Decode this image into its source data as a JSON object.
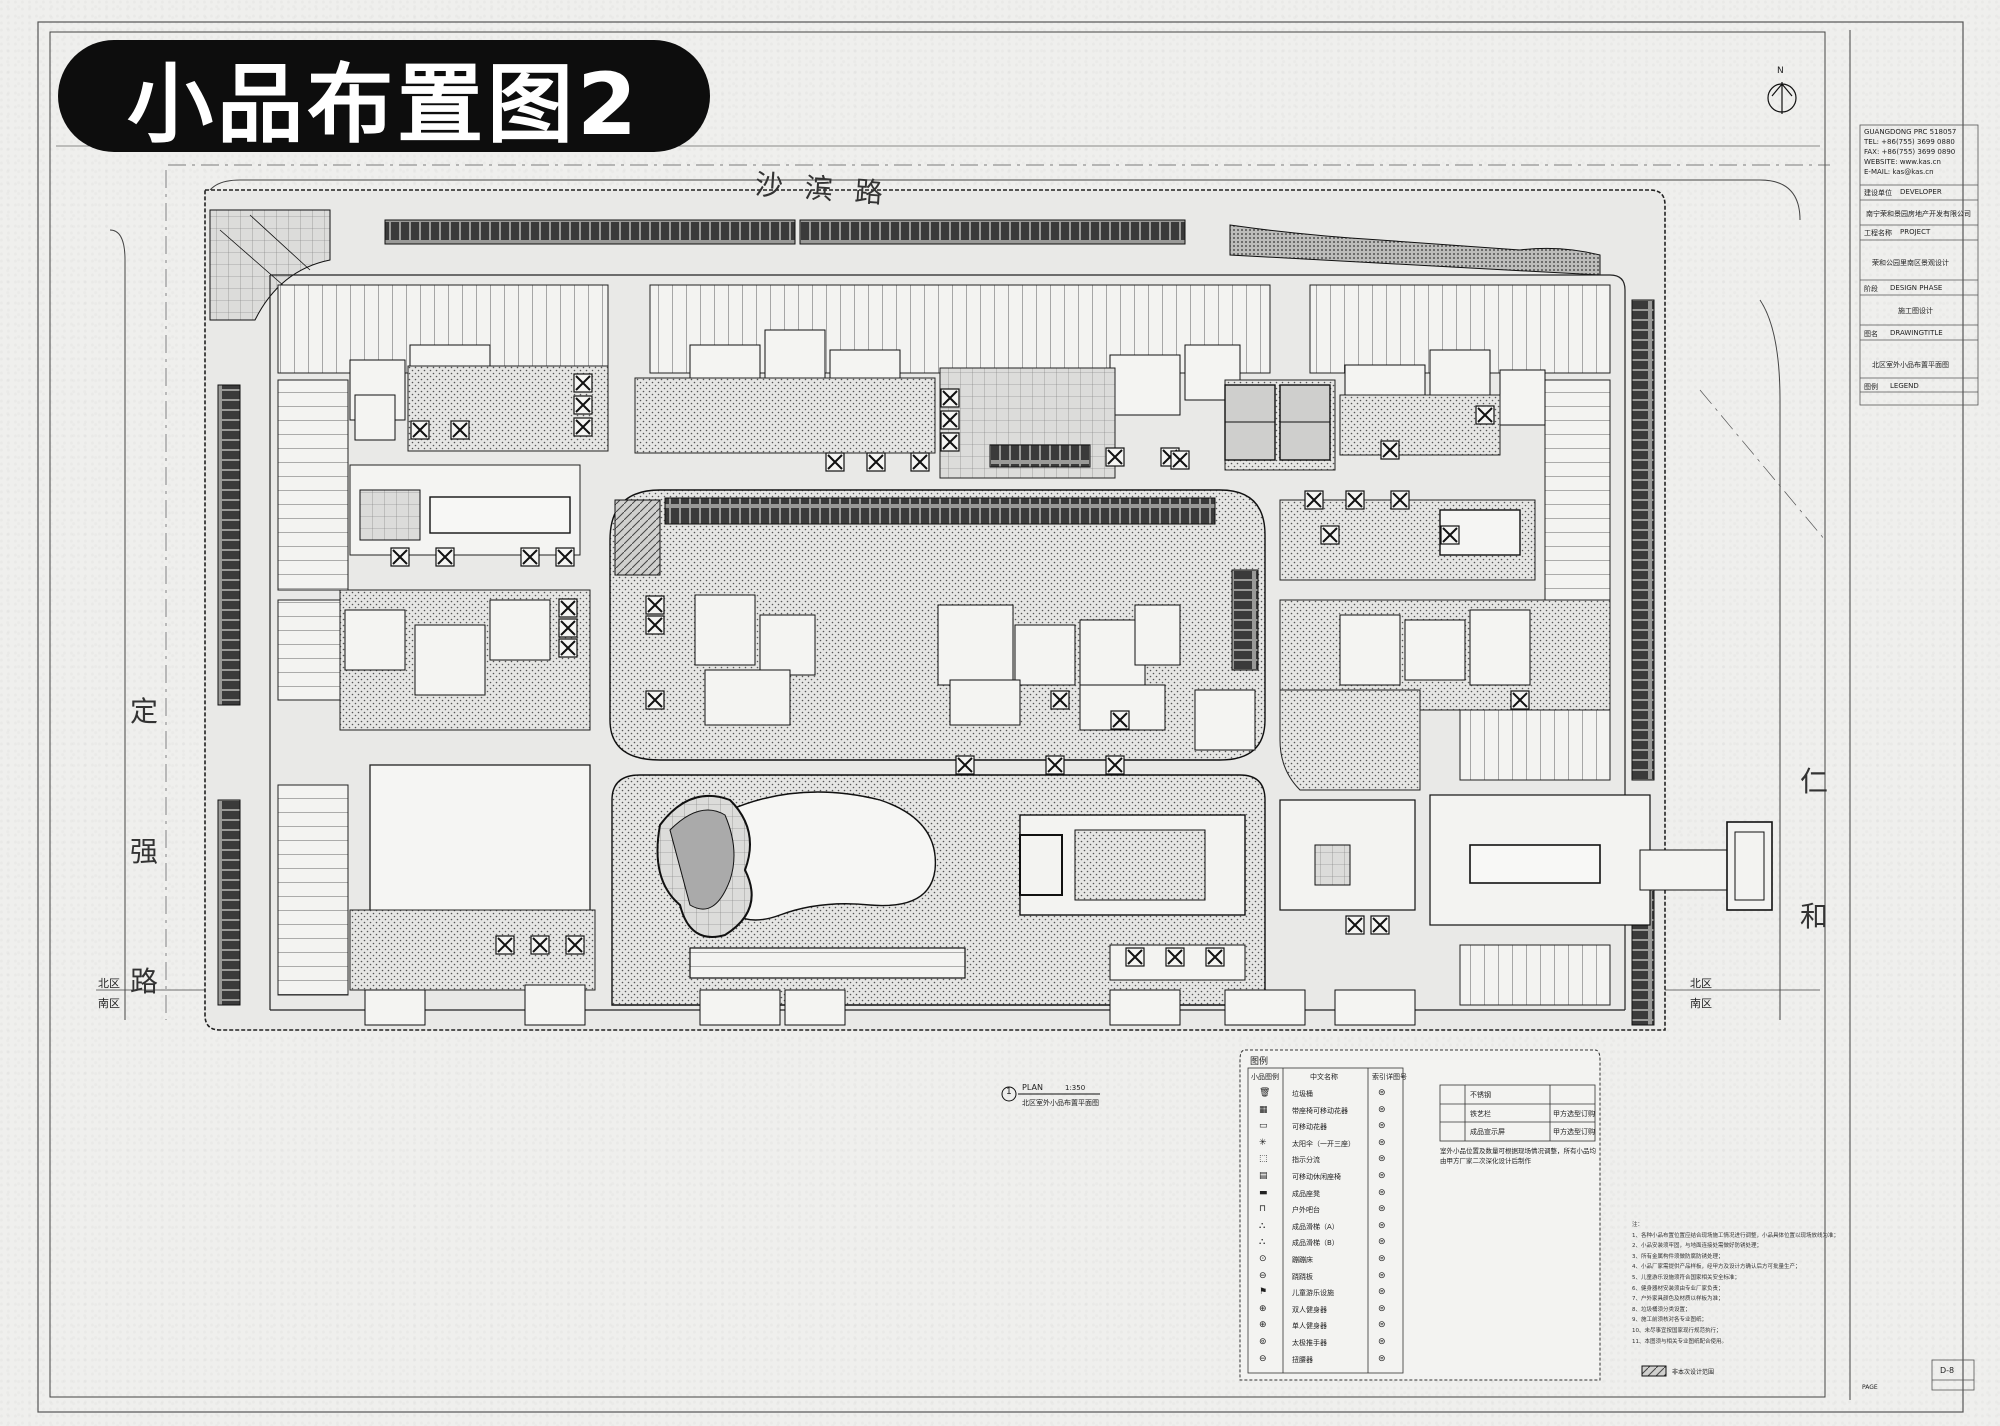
{
  "title": "小品布置图2",
  "roads": {
    "north": "沙滨路",
    "west_chars": [
      "定",
      "强",
      "路"
    ],
    "east_chars": [
      "仁",
      "和"
    ]
  },
  "zones": {
    "west_north": "北区",
    "west_south": "南区",
    "east_north": "北区",
    "east_south": "南区"
  },
  "north_arrow": "N",
  "plan_caption": {
    "number": "1",
    "label": "PLAN",
    "scale": "1:350",
    "subtitle": "北区室外小品布置平面图"
  },
  "title_block": {
    "company_lines": [
      "GUANGDONG PRC 518057",
      "TEL: +86(755) 3699 0880",
      "FAX: +86(755) 3699 0890",
      "WEBSITE: www.kas.cn",
      "E-MAIL: kas@kas.cn"
    ],
    "client_label": "建设单位",
    "client_en": "DEVELOPER",
    "client_value": "南宁荣和景园房地产开发有限公司",
    "project_label": "工程名称",
    "project_en": "PROJECT",
    "project_value": "荣和公园里南区景观设计",
    "phase_label": "阶段",
    "phase_en": "DESIGN PHASE",
    "phase_value": "施工图设计",
    "drawing_label": "图名",
    "drawing_en": "DRAWINGTITLE",
    "drawing_value": "北区室外小品布置平面图",
    "scale_label": "图例",
    "scale_en": "LEGEND",
    "page_no": "D-8",
    "page_label": "PAGE"
  },
  "legend": {
    "title": "图例",
    "headers": [
      "小品图例",
      "中文名称",
      "索引详图号"
    ],
    "items": [
      "垃圾桶",
      "带座椅可移动花器",
      "可移动花器",
      "太阳伞（一开三座）",
      "指示分流",
      "可移动休闲座椅",
      "成品座凳",
      "户外吧台",
      "成品滑梯（A）",
      "成品滑梯（B）",
      "蹦蹦床",
      "跷跷板",
      "儿童游乐设施",
      "双人健身器",
      "单人健身器",
      "太极推手器",
      "扭腰器"
    ],
    "right_items": [
      "不锈钢",
      "铁艺栏",
      "成品宣示屏"
    ],
    "right_refs": [
      "",
      "甲方选型订购",
      "甲方选型订购"
    ],
    "note": "室外小品位置及数量可根据现场情况调整，所有小品均由甲方厂家二次深化设计后制作",
    "hatch_label": "非本次设计范围"
  },
  "notes": [
    "注：",
    "1、各种小品布置位置应结合现场施工情况进行调整，小品具体位置以现场放线为准；",
    "2、小品安装须牢固，与地面连接处需做好防锈处理；",
    "3、所有金属构件须做防腐防锈处理；",
    "4、小品厂家需提供产品样板，经甲方及设计方确认后方可批量生产；",
    "5、儿童游乐设施须符合国家相关安全标准；",
    "6、健身器材安装须由专业厂家负责；",
    "7、户外家具颜色及材质以样板为准；",
    "8、垃圾桶须分类设置；",
    "9、施工前须核对各专业图纸；",
    "10、未尽事宜按国家现行规范执行；",
    "11、本图须与相关专业图纸配合使用。"
  ],
  "colors": {
    "ink": "#111111",
    "paper": "#efefed",
    "badge": "#0d0d0d"
  }
}
